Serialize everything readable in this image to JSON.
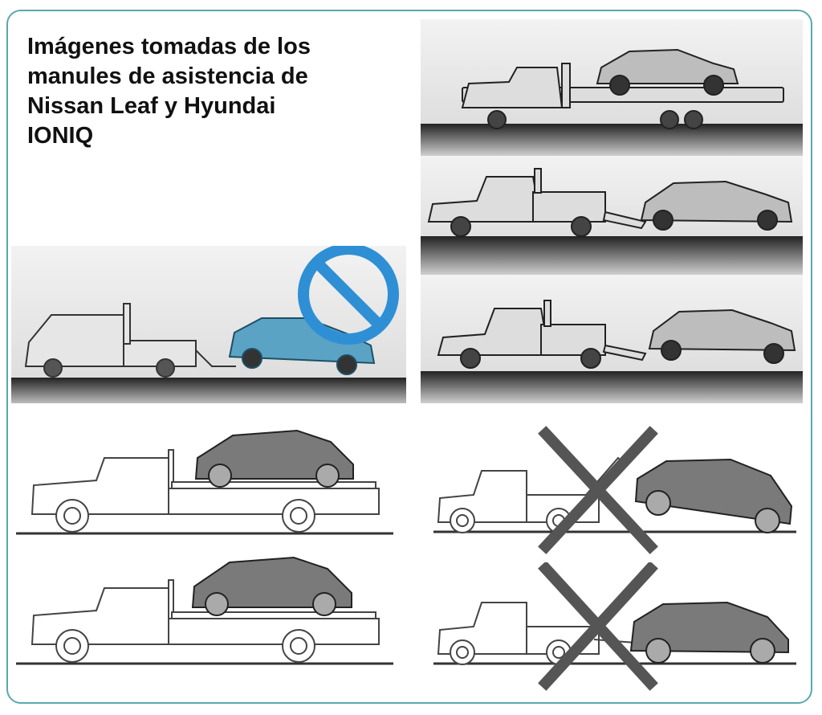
{
  "caption": {
    "lines": [
      "Imágenes tomadas de los",
      "manules de asistencia de",
      "Nissan Leaf y Hyundai",
      "IONIQ"
    ]
  },
  "panels": [
    {
      "id": "hyundai-flatbed",
      "method": "flatbed",
      "permitted": true,
      "style": "photo"
    },
    {
      "id": "hyundai-dolly-1",
      "method": "wheel-lift-with-dollies",
      "permitted": true,
      "style": "photo"
    },
    {
      "id": "hyundai-dolly-2",
      "method": "wheel-lift-with-dollies",
      "permitted": true,
      "style": "photo"
    },
    {
      "id": "hyundai-tow-prohibited",
      "method": "tow-on-ground",
      "permitted": false,
      "style": "photo",
      "symbol": "prohibition-sign"
    },
    {
      "id": "nissan-flatbed-1",
      "method": "flatbed",
      "permitted": true,
      "style": "line-drawing"
    },
    {
      "id": "nissan-flatbed-2",
      "method": "flatbed",
      "permitted": true,
      "style": "line-drawing"
    },
    {
      "id": "nissan-lift-rear-prohibited",
      "method": "wheel-lift",
      "permitted": false,
      "style": "line-drawing",
      "symbol": "x-mark"
    },
    {
      "id": "nissan-lift-front-prohibited",
      "method": "wheel-lift",
      "permitted": false,
      "style": "line-drawing",
      "symbol": "x-mark"
    }
  ],
  "colors": {
    "frame": "#5aa8ae",
    "prohibition": "#2f8fd4",
    "x_mark": "#555555",
    "car_fill": "#7a7a7a",
    "photo_car": "#5aa3c4"
  }
}
